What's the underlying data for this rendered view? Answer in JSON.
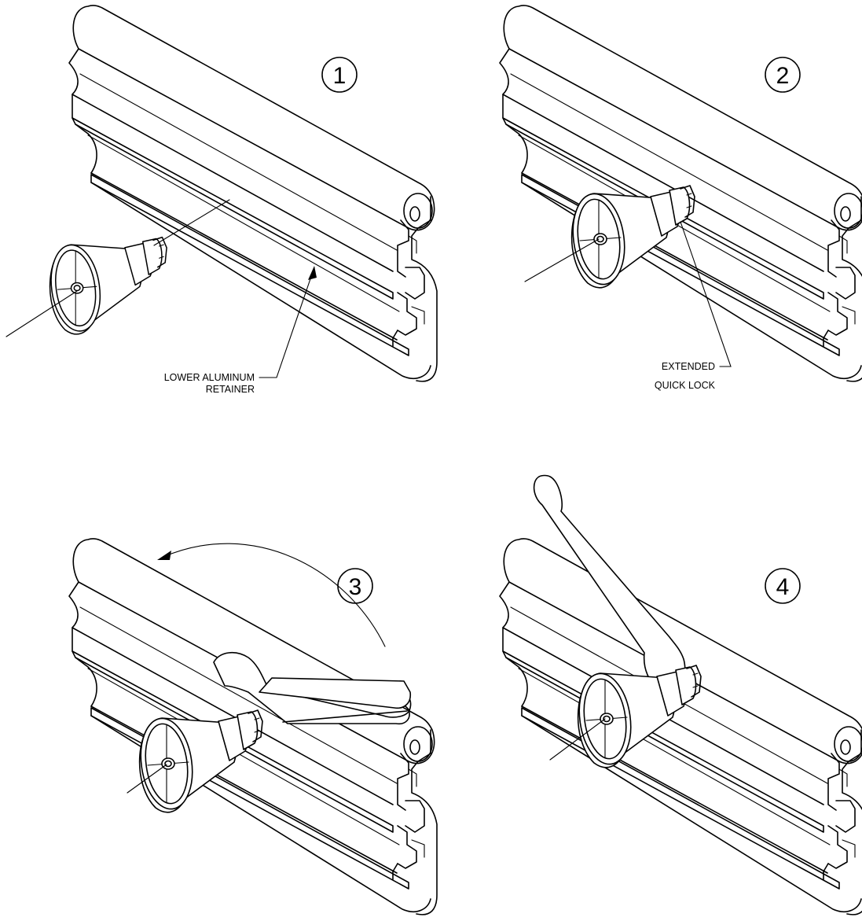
{
  "steps": [
    {
      "number": "1"
    },
    {
      "number": "2"
    },
    {
      "number": "3"
    },
    {
      "number": "4"
    }
  ],
  "callouts": {
    "lower_retainer": {
      "line1": "LOWER ALUMINUM",
      "line2": "RETAINER"
    },
    "quick_lock": {
      "line1": "EXTENDED",
      "line2": "QUICK LOCK"
    }
  }
}
